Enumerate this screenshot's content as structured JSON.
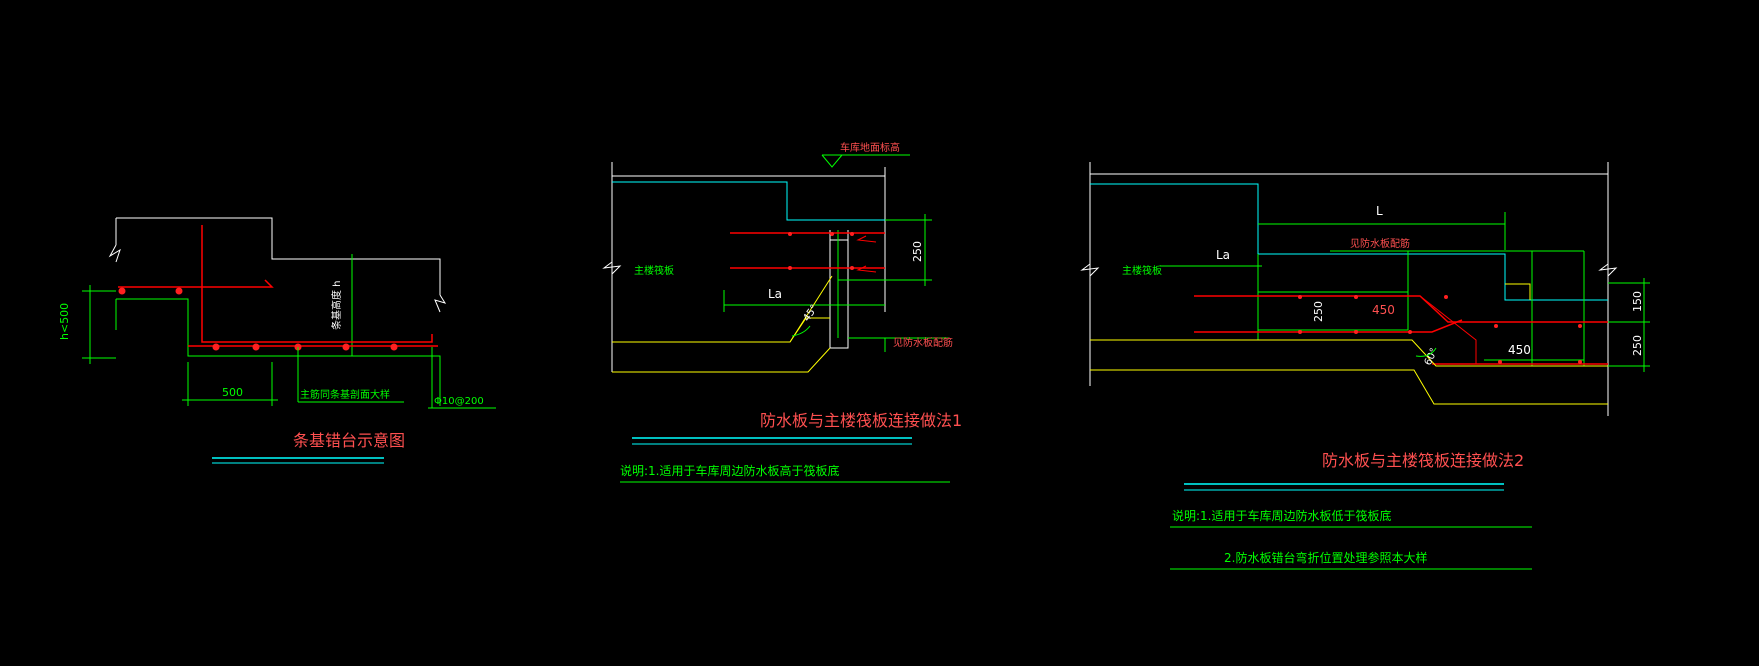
{
  "colors": {
    "background": "#000000",
    "concrete_outline": "#ffffff",
    "rebar": "#ff0000",
    "dimension": "#00ff00",
    "waterproof_slab": "#ffff00",
    "finish_line": "#00ffff",
    "title_text": "#ff6060"
  },
  "drawing1": {
    "title": "条基错台示意图",
    "dim_h": "h<500",
    "dim_500": "500",
    "label_depth": "条基高度 h",
    "label_rebar": "主筋同条基剖面大样",
    "label_stirrup": "Φ10@200"
  },
  "drawing2": {
    "title": "防水板与主楼筏板连接做法1",
    "label_garage": "车库地面标高",
    "label_main_raft": "主楼筏板",
    "dim_250": "250",
    "dim_la": "La",
    "angle": "45°",
    "label_waterproof": "见防水板配筋",
    "note": "说明:1.适用于车库周边防水板高于筏板底"
  },
  "drawing3": {
    "title": "防水板与主楼筏板连接做法2",
    "label_main_raft": "主楼筏板",
    "dim_l": "L",
    "dim_la": "La",
    "label_waterproof": "见防水板配筋",
    "dim_250_inner": "250",
    "dim_450_a": "450",
    "dim_450_b": "450",
    "dim_150": "150",
    "dim_250_right": "250",
    "angle": "60°",
    "note_1": "说明:1.适用于车库周边防水板低于筏板底",
    "note_2": "2.防水板错台弯折位置处理参照本大样"
  }
}
